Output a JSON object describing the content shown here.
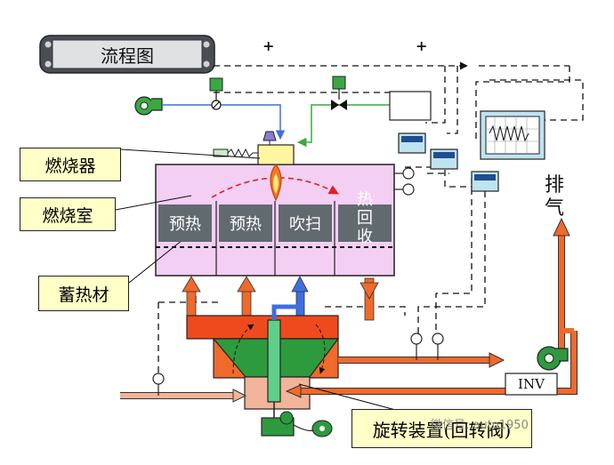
{
  "flow_title": "流程图",
  "labels": {
    "burner": "燃烧器",
    "chamber": "燃烧室",
    "regen": "蓄热材",
    "exhaust_1": "排",
    "exhaust_2": "气",
    "rotary": "旋转装置(回转阀)",
    "inv": "INV"
  },
  "segments": [
    "预热",
    "预热",
    "吹扫",
    "热回收"
  ],
  "plus_signs": [
    "+",
    "+"
  ],
  "watermark": "微信号: auto1950",
  "colors": {
    "chamber": "#f3cff4",
    "callout": "#ffffc8",
    "hot_arrow": "#ef6a2b",
    "cold_arrow": "#3d6fe0",
    "valve_green": "#3aa842",
    "segment_gray": "#616a6f",
    "flame": "#f2781e"
  }
}
